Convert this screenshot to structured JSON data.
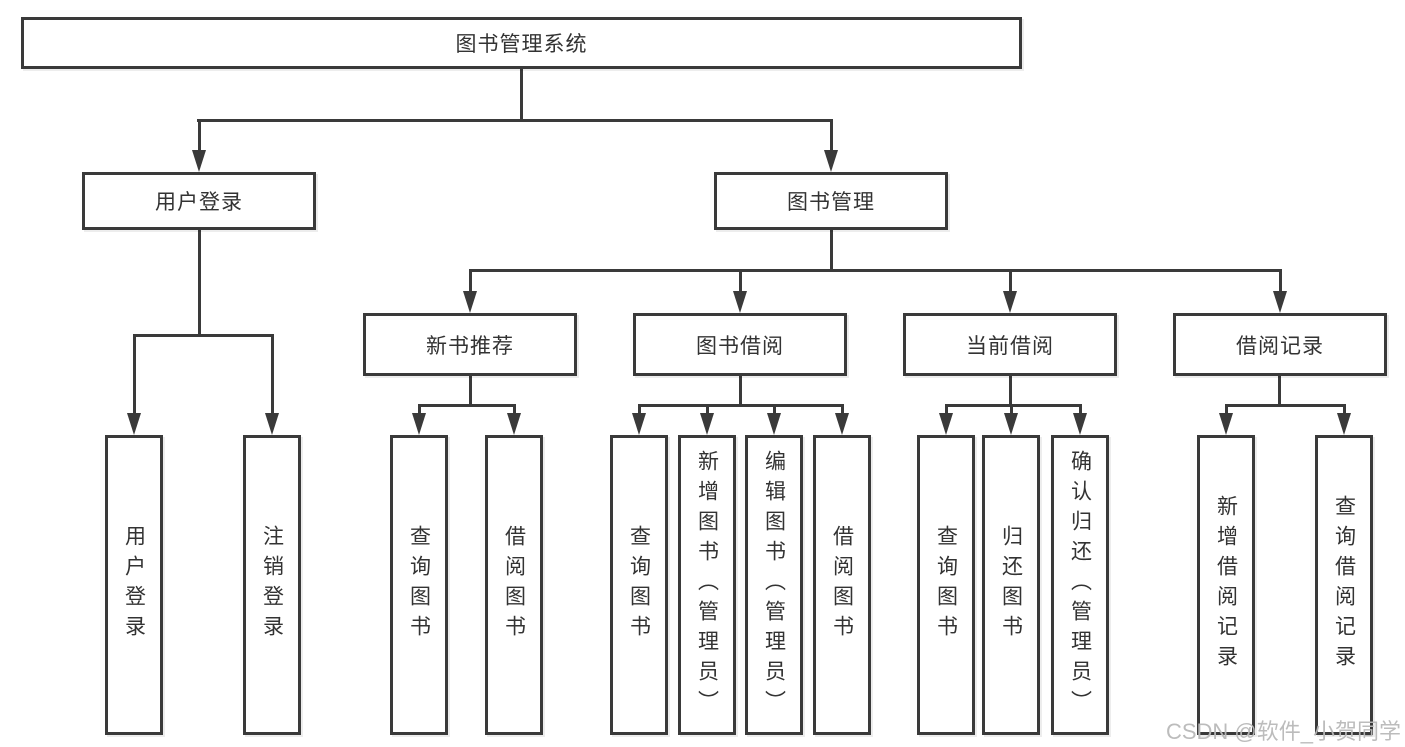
{
  "diagram": {
    "root": {
      "label": "图书管理系统"
    },
    "level2": [
      {
        "label": "用户登录",
        "parent": "图书管理系统"
      },
      {
        "label": "图书管理",
        "parent": "图书管理系统"
      }
    ],
    "level3": [
      {
        "label": "新书推荐",
        "parent": "图书管理"
      },
      {
        "label": "图书借阅",
        "parent": "图书管理"
      },
      {
        "label": "当前借阅",
        "parent": "图书管理"
      },
      {
        "label": "借阅记录",
        "parent": "图书管理"
      }
    ],
    "leaves": [
      {
        "label": "用户登录",
        "parent": "用户登录"
      },
      {
        "label": "注销登录",
        "parent": "用户登录"
      },
      {
        "label": "查询图书",
        "parent": "新书推荐"
      },
      {
        "label": "借阅图书",
        "parent": "新书推荐"
      },
      {
        "label": "查询图书",
        "parent": "图书借阅"
      },
      {
        "label": "新增图书（管理员）",
        "parent": "图书借阅"
      },
      {
        "label": "编辑图书（管理员）",
        "parent": "图书借阅"
      },
      {
        "label": "借阅图书",
        "parent": "图书借阅"
      },
      {
        "label": "查询图书",
        "parent": "当前借阅"
      },
      {
        "label": "归还图书",
        "parent": "当前借阅"
      },
      {
        "label": "确认归还（管理员）",
        "parent": "当前借阅"
      },
      {
        "label": "新增借阅记录",
        "parent": "借阅记录"
      },
      {
        "label": "查询借阅记录",
        "parent": "借阅记录"
      }
    ]
  },
  "watermark": {
    "text": "CSDN @软件_小贺同学"
  },
  "colors": {
    "line": "#3a3a3a",
    "text": "#333333",
    "watermark": "#b9b9b9",
    "background": "#ffffff"
  }
}
